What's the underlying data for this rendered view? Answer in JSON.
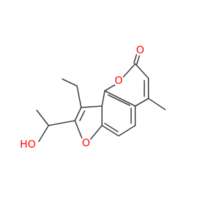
{
  "molecule": {
    "atoms": [
      {
        "id": "O_carbonyl",
        "symbol": "O",
        "color": "#ff0d0d"
      },
      {
        "id": "O_lactone",
        "symbol": "O",
        "color": "#ff0d0d"
      },
      {
        "id": "O_furan",
        "symbol": "O",
        "color": "#ff0d0d"
      },
      {
        "id": "OH",
        "symbol": "HO",
        "color": "#ff0d0d"
      }
    ],
    "bond_color": "#3c3c3c"
  }
}
